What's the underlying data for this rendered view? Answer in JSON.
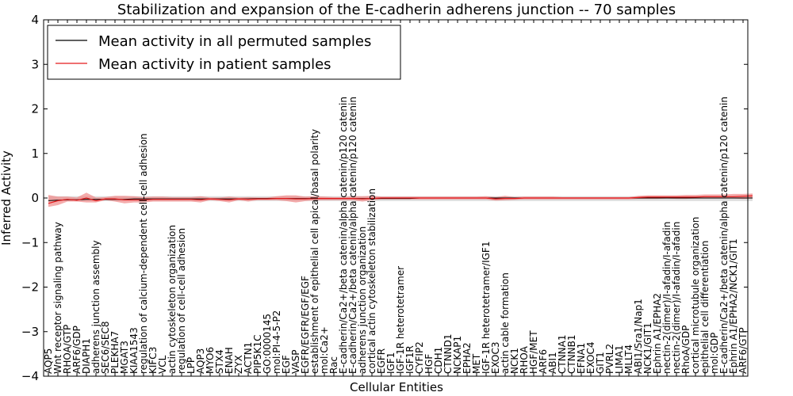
{
  "chart_data": {
    "type": "line",
    "title": "Stabilization and expansion of the E-cadherin adherens junction -- 70 samples",
    "xlabel": "Cellular Entities",
    "ylabel": "Inferred Activity",
    "ylim": [
      -4,
      4
    ],
    "yticks": [
      -4,
      -3,
      -2,
      -1,
      0,
      1,
      2,
      3,
      4
    ],
    "grid": false,
    "legend_position": "top-left",
    "categories": [
      "AQP5",
      "Wnt receptor signaling pathway",
      "RHOA/GTP",
      "ARF6/GDP",
      "DIAPH1",
      "adherens junction assembly",
      "SEC6/SEC8",
      "PLEKHA7",
      "MGAT3",
      "KIAA1543",
      "regulation of calcium-dependent cell-cell adhesion",
      "KIFC3",
      "VCL",
      "actin cytoskeleton organization",
      "regulation of cell-cell adhesion",
      "LPP",
      "AQP3",
      "MYO6",
      "STX4",
      "ENAH",
      "ZYX",
      "ACTN1",
      "PIP5K1C",
      "GO:0000145",
      "mol:PI-4-5-P2",
      "EGF",
      "VASP",
      "EGFR/EGFR/EGF/EGF",
      "establishment of epithelial cell apical/basal polarity",
      "mol:Ca2+",
      "Rac",
      "E-cadherin/Ca2+/beta catenin/alpha catenin/p120 catenin",
      "E-cadherin/Ca2+/beta catenin/alpha catenin/p120 catenin",
      "adherens junction organization",
      "cortical actin cytoskeleton stabilization",
      "EGFR",
      "IGF1",
      "IGF-1R heterotetramer",
      "IGF1R",
      "CYFIP2",
      "HGF",
      "CDH1",
      "CTNND1",
      "NCKAP1",
      "EPHA2",
      "MET",
      "IGF-1R heterotetramer/IGF1",
      "EXOC3",
      "actin cable formation",
      "NCK1",
      "RHOA",
      "HGF/MET",
      "ARF6",
      "ABI1",
      "CTNNA1",
      "CTNNB1",
      "EFNA1",
      "EXOC4",
      "GIT1",
      "PVRL2",
      "LIMA1",
      "MLLT4",
      "ABI1/Sra1/Nap1",
      "NCK1/GIT1",
      "Ephrin A1/EPHA2",
      "nectin-2(dimer)/I-afadin/I-afadin",
      "nectin-2(dimer)/I-afadin/I-afadin",
      "RhoA/GDP",
      "cortical microtubule organization",
      "epithelial cell differentiation",
      "mol:GDP",
      "E-cadherin/Ca2+/beta catenin/alpha catenin/p120 catenin",
      "Ephrin A1/EPHA2/NCK1/GIT1",
      "ARF6/GTP"
    ],
    "series": [
      {
        "name": "Mean activity in all permuted samples",
        "color": "#000000",
        "values": [
          -0.06,
          -0.05,
          -0.04,
          -0.04,
          -0.03,
          -0.03,
          -0.03,
          -0.03,
          -0.03,
          -0.02,
          -0.02,
          -0.02,
          -0.02,
          -0.02,
          -0.02,
          -0.02,
          -0.02,
          -0.02,
          -0.02,
          -0.02,
          -0.02,
          -0.02,
          -0.01,
          -0.01,
          -0.01,
          -0.01,
          -0.01,
          -0.01,
          -0.01,
          -0.01,
          -0.01,
          -0.01,
          -0.01,
          -0.01,
          -0.01,
          -0.01,
          -0.01,
          -0.01,
          -0.01,
          0.0,
          0.0,
          0.0,
          0.0,
          0.0,
          0.0,
          0.0,
          0.0,
          0.0,
          0.0,
          0.0,
          0.0,
          0.0,
          0.0,
          0.0,
          0.0,
          0.0,
          0.0,
          0.0,
          0.0,
          0.0,
          0.0,
          0.0,
          0.0,
          0.0,
          0.0,
          0.0,
          0.0,
          0.0,
          0.0,
          0.0,
          0.0,
          0.0,
          0.0,
          0.0,
          0.0
        ]
      },
      {
        "name": "Mean activity in patient samples",
        "color": "#e31a1c",
        "values": [
          -0.12,
          -0.06,
          -0.03,
          -0.05,
          0.0,
          -0.06,
          -0.02,
          -0.02,
          -0.04,
          -0.04,
          -0.04,
          -0.03,
          -0.03,
          -0.03,
          -0.03,
          -0.03,
          -0.04,
          -0.02,
          -0.03,
          -0.04,
          -0.02,
          -0.03,
          -0.02,
          -0.02,
          -0.01,
          -0.01,
          -0.02,
          -0.02,
          -0.01,
          -0.01,
          -0.01,
          -0.01,
          -0.01,
          -0.02,
          -0.01,
          0.0,
          0.0,
          0.0,
          0.0,
          0.0,
          0.0,
          0.0,
          0.0,
          0.0,
          0.0,
          0.0,
          0.0,
          -0.02,
          -0.01,
          -0.01,
          0.0,
          0.0,
          0.0,
          0.0,
          0.0,
          0.0,
          0.0,
          0.0,
          0.0,
          0.0,
          0.0,
          0.0,
          0.01,
          0.02,
          0.02,
          0.02,
          0.02,
          0.02,
          0.02,
          0.03,
          0.03,
          0.03,
          0.03,
          0.04,
          0.05
        ]
      }
    ],
    "permuted_band": {
      "lower": [
        -0.06,
        -0.07,
        -0.07,
        -0.07,
        -0.07,
        -0.07,
        -0.07,
        -0.07,
        -0.07,
        -0.07,
        -0.07,
        -0.07,
        -0.07,
        -0.07,
        -0.07,
        -0.07,
        -0.07,
        -0.07,
        -0.07,
        -0.07,
        -0.07,
        -0.07,
        -0.07,
        -0.07,
        -0.07,
        -0.07,
        -0.07,
        -0.07,
        -0.07,
        -0.07,
        -0.07,
        -0.07,
        -0.07,
        -0.07,
        -0.07,
        -0.07,
        -0.07,
        -0.07,
        -0.07,
        -0.07,
        -0.07,
        -0.07,
        -0.07,
        -0.07,
        -0.07,
        -0.07,
        -0.07,
        -0.07,
        -0.07,
        -0.07,
        -0.07,
        -0.07,
        -0.07,
        -0.07,
        -0.07,
        -0.07,
        -0.07,
        -0.07,
        -0.07,
        -0.07,
        -0.07,
        -0.07,
        -0.07,
        -0.07,
        -0.07,
        -0.07,
        -0.07,
        -0.07,
        -0.07,
        -0.07,
        -0.07,
        -0.07,
        -0.07,
        -0.07,
        -0.07
      ],
      "upper": [
        0.04,
        0.04,
        0.04,
        0.04,
        0.04,
        0.04,
        0.04,
        0.04,
        0.04,
        0.04,
        0.04,
        0.04,
        0.04,
        0.04,
        0.04,
        0.04,
        0.04,
        0.04,
        0.04,
        0.04,
        0.04,
        0.04,
        0.04,
        0.04,
        0.04,
        0.04,
        0.04,
        0.04,
        0.04,
        0.04,
        0.04,
        0.04,
        0.04,
        0.04,
        0.04,
        0.04,
        0.04,
        0.04,
        0.04,
        0.04,
        0.04,
        0.04,
        0.04,
        0.04,
        0.04,
        0.04,
        0.04,
        0.04,
        0.04,
        0.04,
        0.04,
        0.04,
        0.04,
        0.04,
        0.04,
        0.04,
        0.04,
        0.04,
        0.04,
        0.04,
        0.04,
        0.04,
        0.04,
        0.04,
        0.04,
        0.04,
        0.04,
        0.04,
        0.04,
        0.04,
        0.04,
        0.04,
        0.04,
        0.04,
        0.04
      ]
    },
    "patient_band": {
      "lower": [
        -0.2,
        -0.16,
        -0.08,
        -0.08,
        -0.1,
        -0.1,
        -0.05,
        -0.08,
        -0.12,
        -0.1,
        -0.1,
        -0.08,
        -0.08,
        -0.08,
        -0.08,
        -0.08,
        -0.1,
        -0.05,
        -0.07,
        -0.1,
        -0.05,
        -0.08,
        -0.05,
        -0.05,
        -0.05,
        -0.07,
        -0.1,
        -0.07,
        -0.05,
        -0.05,
        -0.05,
        -0.05,
        -0.05,
        -0.08,
        -0.05,
        -0.03,
        -0.03,
        -0.03,
        -0.03,
        -0.03,
        -0.03,
        -0.03,
        -0.03,
        -0.03,
        -0.03,
        -0.03,
        -0.03,
        -0.06,
        -0.05,
        -0.04,
        -0.03,
        -0.03,
        -0.03,
        -0.03,
        -0.03,
        -0.03,
        -0.03,
        -0.03,
        -0.03,
        -0.03,
        -0.03,
        -0.03,
        -0.02,
        -0.02,
        -0.02,
        -0.01,
        -0.02,
        -0.02,
        -0.01,
        -0.01,
        -0.01,
        -0.01,
        -0.01,
        -0.02,
        -0.01
      ],
      "upper": [
        0.07,
        0.03,
        0.03,
        0.01,
        0.12,
        0.01,
        0.02,
        0.05,
        0.05,
        0.04,
        0.02,
        0.03,
        0.03,
        0.02,
        0.02,
        0.02,
        0.04,
        0.01,
        0.01,
        0.03,
        0.01,
        0.02,
        0.01,
        0.01,
        0.04,
        0.06,
        0.06,
        0.03,
        0.04,
        0.03,
        0.02,
        0.02,
        0.04,
        0.04,
        0.05,
        0.03,
        0.03,
        0.03,
        0.03,
        0.03,
        0.03,
        0.03,
        0.03,
        0.03,
        0.03,
        0.03,
        0.04,
        0.02,
        0.05,
        0.02,
        0.03,
        0.03,
        0.03,
        0.03,
        0.02,
        0.02,
        0.02,
        0.02,
        0.02,
        0.02,
        0.02,
        0.02,
        0.05,
        0.06,
        0.06,
        0.06,
        0.06,
        0.07,
        0.07,
        0.08,
        0.08,
        0.08,
        0.09,
        0.09,
        0.1
      ]
    },
    "colors": {
      "patient_band": "#f08080",
      "permuted_band": "#c8c8c8"
    }
  }
}
